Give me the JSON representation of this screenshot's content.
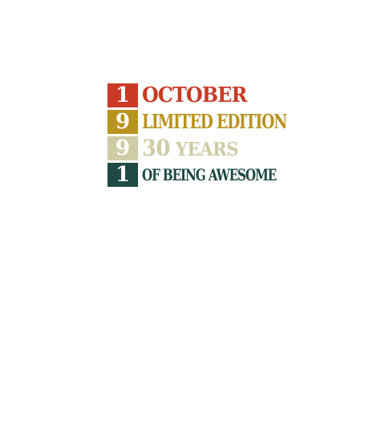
{
  "rows": [
    {
      "digit": "1",
      "text": "OCTOBER"
    },
    {
      "digit": "9",
      "text": "LIMITED EDITION"
    },
    {
      "digit": "9",
      "text_number": "30",
      "text_rest": " YEARS"
    },
    {
      "digit": "1",
      "text": "OF BEING AWESOME"
    }
  ],
  "colors": {
    "red": "#c93b26",
    "mustard": "#b9931f",
    "beige": "#cfcba4",
    "teal": "#1d4a43",
    "background": "#ffffff"
  }
}
